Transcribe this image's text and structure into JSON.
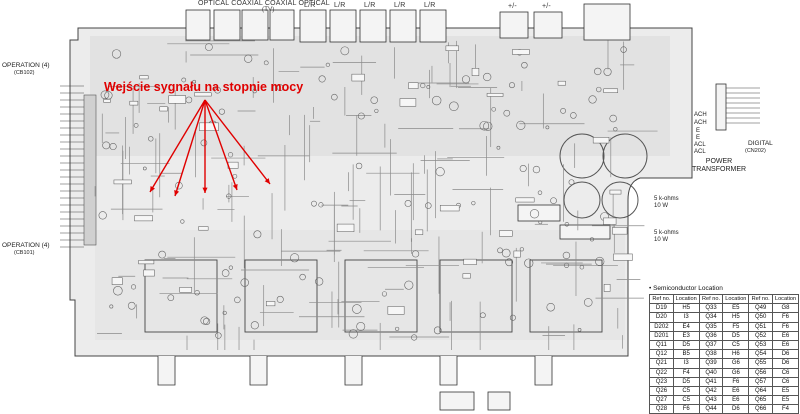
{
  "connectors_top": {
    "label_left": "OPTICAL  COAXIAL  COAXIAL  OPTICAL",
    "label_left_sub": "(TV)",
    "lr_labels": [
      "L/R",
      "L/R",
      "L/R",
      "L/R",
      "L/R"
    ],
    "pm_labels": [
      "+/-",
      "+/-"
    ]
  },
  "left_side": {
    "operation_top_label": "OPERATION (4)",
    "operation_top_code": "(CB102)",
    "operation_bottom_label": "OPERATION (4)",
    "operation_bottom_code": "(CB101)"
  },
  "right_side": {
    "digital_label": "DIGITAL",
    "digital_code": "(CN202)",
    "power_transformer_label": "POWER\nTRANSFORMER",
    "pins": [
      "ACH",
      "ACH",
      "E",
      "E",
      "ACL",
      "ACL"
    ],
    "resistor_1": "5 k-ohms\n10 W",
    "resistor_2": "5 k-ohms\n10 W"
  },
  "annotation": {
    "text": "Wejście sygnału na stopnie mocy",
    "color": "#e00000"
  },
  "semiconductor_table": {
    "title": "• Semiconductor Location",
    "headers": [
      "Ref no.",
      "Location",
      "Ref no.",
      "Location",
      "Ref no.",
      "Location"
    ],
    "rows": [
      [
        "D19",
        "H5",
        "Q33",
        "E5",
        "Q49",
        "G8"
      ],
      [
        "D20",
        "I3",
        "Q34",
        "H5",
        "Q50",
        "F6"
      ],
      [
        "D202",
        "E4",
        "Q35",
        "F5",
        "Q51",
        "F6"
      ],
      [
        "D201",
        "E3",
        "Q36",
        "D5",
        "Q52",
        "E6"
      ],
      [
        "Q11",
        "D5",
        "Q37",
        "C5",
        "Q53",
        "E6"
      ],
      [
        "Q12",
        "B5",
        "Q38",
        "H6",
        "Q54",
        "D6"
      ],
      [
        "Q21",
        "I3",
        "Q39",
        "G6",
        "Q55",
        "D6"
      ],
      [
        "Q22",
        "F4",
        "Q40",
        "G6",
        "Q56",
        "C6"
      ],
      [
        "Q23",
        "D5",
        "Q41",
        "F6",
        "Q57",
        "C6"
      ],
      [
        "Q26",
        "C5",
        "Q42",
        "E6",
        "Q64",
        "E5"
      ],
      [
        "Q27",
        "C5",
        "Q43",
        "E6",
        "Q65",
        "E5"
      ],
      [
        "Q28",
        "F6",
        "Q44",
        "D6",
        "Q66",
        "F4"
      ]
    ]
  }
}
